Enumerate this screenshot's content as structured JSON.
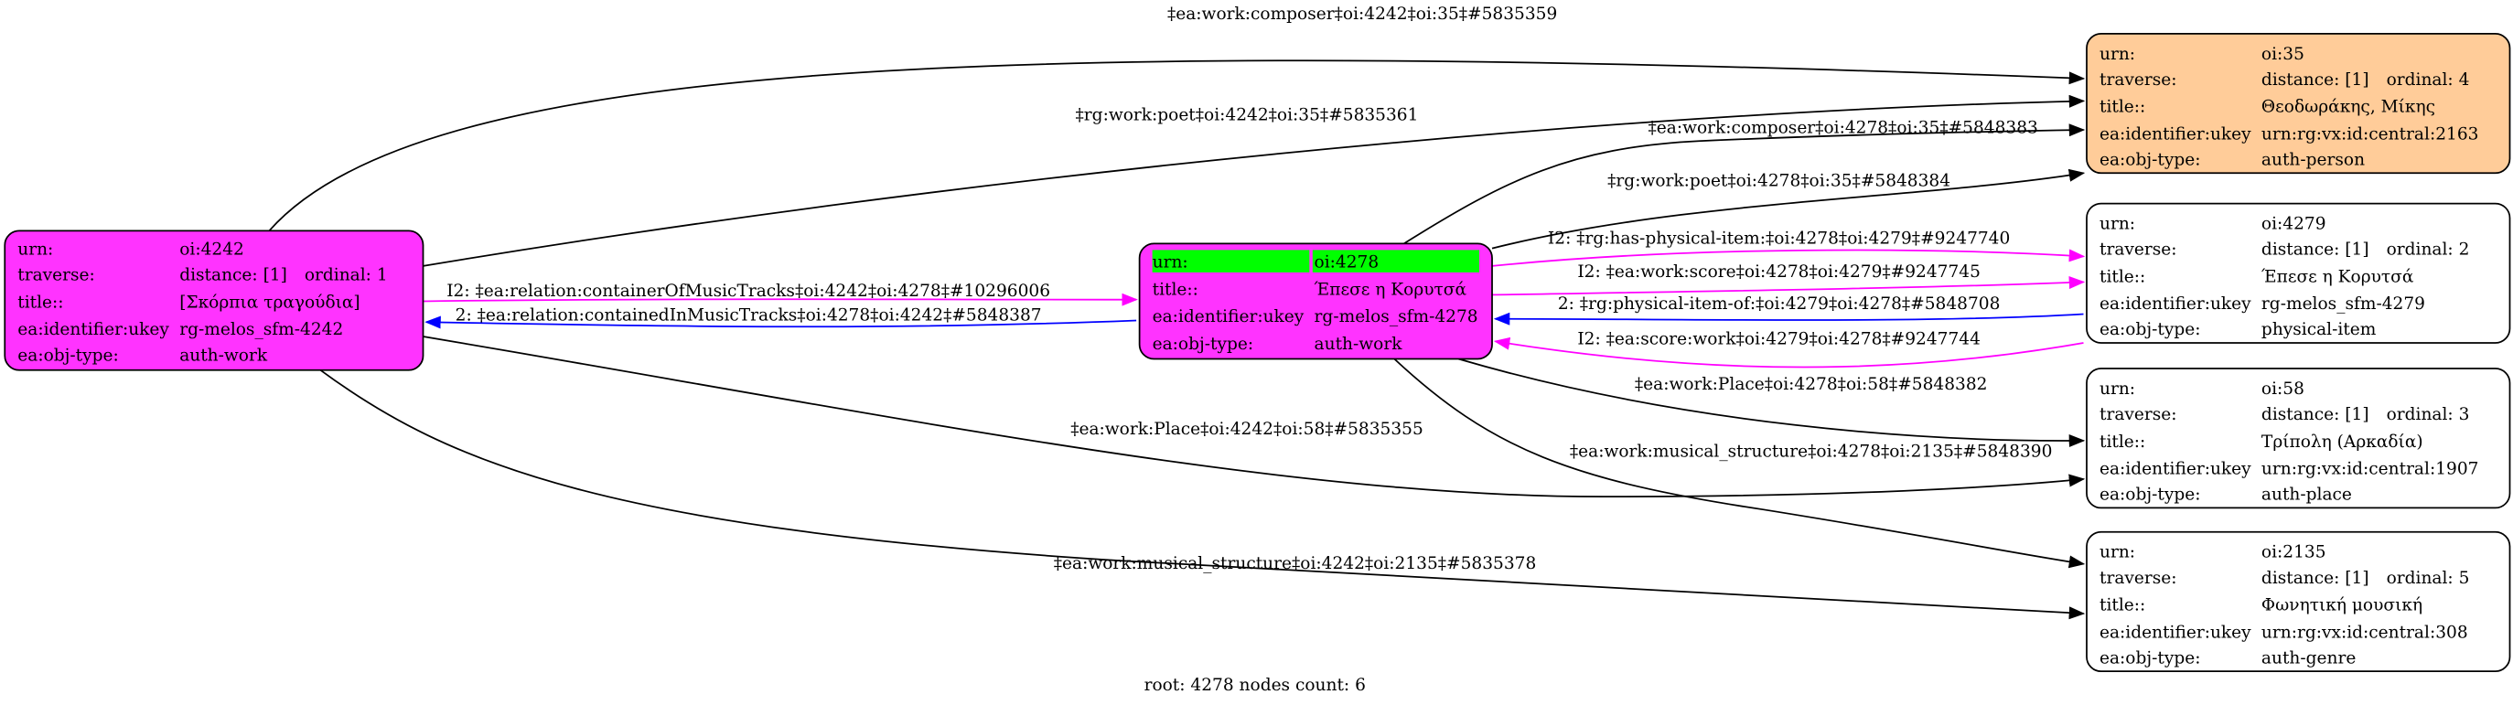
{
  "colors": {
    "work": "#ff33ff",
    "person": "#ffcc99",
    "focus_row": "#00ff00",
    "other": "#ffffff",
    "blue_edge": "#0000ff",
    "magenta_edge": "#ff00ff",
    "black_edge": "#000000"
  },
  "nodes": {
    "n4242": {
      "kind": "work",
      "rows": [
        [
          "urn:",
          "oi:4242"
        ],
        [
          "traverse:",
          "distance: [1]",
          "ordinal: 1"
        ],
        [
          "title::",
          "[Σκόρπια τραγούδια]"
        ],
        [
          "ea:identifier:ukey",
          "rg-melos_sfm-4242"
        ],
        [
          "ea:obj-type:",
          "auth-work"
        ]
      ]
    },
    "n4278": {
      "kind": "work",
      "rows": [
        [
          "urn:",
          "oi:4278"
        ],
        [
          "title::",
          "Έπεσε η Κορυτσά"
        ],
        [
          "ea:identifier:ukey",
          "rg-melos_sfm-4278"
        ],
        [
          "ea:obj-type:",
          "auth-work"
        ]
      ]
    },
    "n35": {
      "kind": "person",
      "rows": [
        [
          "urn:",
          "oi:35"
        ],
        [
          "traverse:",
          "distance: [1]",
          "ordinal: 4"
        ],
        [
          "title::",
          "Θεοδωράκης, Μίκης"
        ],
        [
          "ea:identifier:ukey",
          "urn:rg:vx:id:central:2163"
        ],
        [
          "ea:obj-type:",
          "auth-person"
        ]
      ]
    },
    "n4279": {
      "kind": "other",
      "rows": [
        [
          "urn:",
          "oi:4279"
        ],
        [
          "traverse:",
          "distance: [1]",
          "ordinal: 2"
        ],
        [
          "title::",
          "Έπεσε η Κορυτσά"
        ],
        [
          "ea:identifier:ukey",
          "rg-melos_sfm-4279"
        ],
        [
          "ea:obj-type:",
          "physical-item"
        ]
      ]
    },
    "n58": {
      "kind": "other",
      "rows": [
        [
          "urn:",
          "oi:58"
        ],
        [
          "traverse:",
          "distance: [1]",
          "ordinal: 3"
        ],
        [
          "title::",
          "Τρίπολη (Αρκαδία)"
        ],
        [
          "ea:identifier:ukey",
          "urn:rg:vx:id:central:1907"
        ],
        [
          "ea:obj-type:",
          "auth-place"
        ]
      ]
    },
    "n2135": {
      "kind": "other",
      "rows": [
        [
          "urn:",
          "oi:2135"
        ],
        [
          "traverse:",
          "distance: [1]",
          "ordinal: 5"
        ],
        [
          "title::",
          "Φωνητική μουσική"
        ],
        [
          "ea:identifier:ukey",
          "urn:rg:vx:id:central:308"
        ],
        [
          "ea:obj-type:",
          "auth-genre"
        ]
      ]
    }
  },
  "edges": [
    {
      "label": "‡ea:work:composer‡oi:4242‡oi:35‡#5835359",
      "color": "black"
    },
    {
      "label": "‡rg:work:poet‡oi:4242‡oi:35‡#5835361",
      "color": "black"
    },
    {
      "label": "I2: ‡ea:relation:containerOfMusicTracks‡oi:4242‡oi:4278‡#10296006",
      "color": "magenta"
    },
    {
      "label": "2: ‡ea:relation:containedInMusicTracks‡oi:4278‡oi:4242‡#5848387",
      "color": "blue"
    },
    {
      "label": "‡ea:work:Place‡oi:4242‡oi:58‡#5835355",
      "color": "black"
    },
    {
      "label": "‡ea:work:musical_structure‡oi:4242‡oi:2135‡#5835378",
      "color": "black"
    },
    {
      "label": "‡ea:work:composer‡oi:4278‡oi:35‡#5848383",
      "color": "black"
    },
    {
      "label": "‡rg:work:poet‡oi:4278‡oi:35‡#5848384",
      "color": "black"
    },
    {
      "label": "I2: ‡rg:has-physical-item:‡oi:4278‡oi:4279‡#9247740",
      "color": "magenta"
    },
    {
      "label": "I2: ‡ea:work:score‡oi:4278‡oi:4279‡#9247745",
      "color": "magenta"
    },
    {
      "label": "2: ‡rg:physical-item-of:‡oi:4279‡oi:4278‡#5848708",
      "color": "blue"
    },
    {
      "label": "I2: ‡ea:score:work‡oi:4279‡oi:4278‡#9247744",
      "color": "magenta"
    },
    {
      "label": "‡ea:work:Place‡oi:4278‡oi:58‡#5848382",
      "color": "black"
    },
    {
      "label": "‡ea:work:musical_structure‡oi:4278‡oi:2135‡#5848390",
      "color": "black"
    }
  ],
  "footer": "root: 4278 nodes count: 6"
}
